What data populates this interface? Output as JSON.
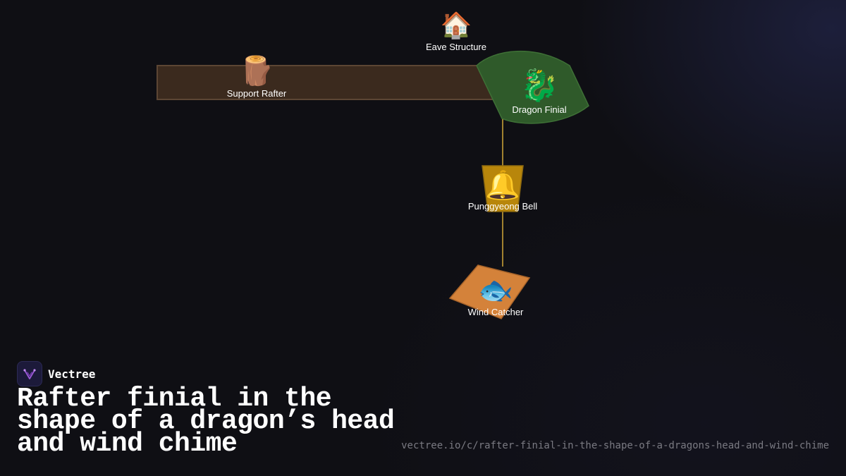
{
  "diagram": {
    "nodes": [
      {
        "id": "eave-structure",
        "label": "Eave Structure",
        "icon": "🏠",
        "icon_name": "house-icon"
      },
      {
        "id": "support-rafter",
        "label": "Support Rafter",
        "icon": "🪵",
        "icon_name": "wood-log-icon",
        "color": "#3b2a1e"
      },
      {
        "id": "dragon-finial",
        "label": "Dragon Finial",
        "icon": "🐉",
        "icon_name": "dragon-icon",
        "color": "#2f5a2a"
      },
      {
        "id": "punggyeong-bell",
        "label": "Punggyeong Bell",
        "icon": "🔔",
        "icon_name": "bell-icon",
        "color": "#b8860b"
      },
      {
        "id": "wind-catcher",
        "label": "Wind Catcher",
        "icon": "🐟",
        "icon_name": "fish-icon",
        "color": "#d4823a"
      }
    ],
    "edges": [
      {
        "from": "dragon-finial",
        "to": "punggyeong-bell"
      },
      {
        "from": "punggyeong-bell",
        "to": "wind-catcher"
      }
    ],
    "edge_color": "#d4a838"
  },
  "brand": {
    "name": "Vectree"
  },
  "title": "Rafter finial in the shape of a dragon’s head and wind chime",
  "url": "vectree.io/c/rafter-finial-in-the-shape-of-a-dragons-head-and-wind-chime"
}
